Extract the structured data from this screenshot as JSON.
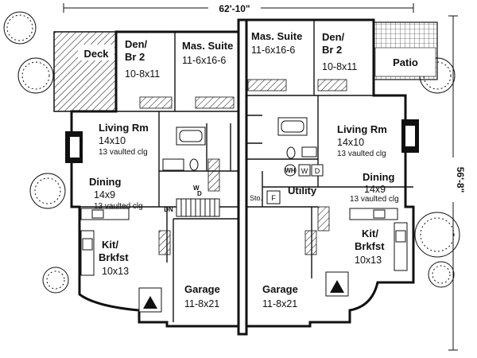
{
  "dimensions": {
    "width": "62'-10\"",
    "depth": "56'-8\""
  },
  "unit_left": {
    "deck": "Deck",
    "den": {
      "name": "Den/",
      "name2": "Br 2",
      "size": "10-8x11"
    },
    "master": {
      "name": "Mas. Suite",
      "size": "11-6x16-6"
    },
    "living": {
      "name": "Living Rm",
      "size": "14x10",
      "note": "13 vaulted clg"
    },
    "dining": {
      "name": "Dining",
      "size": "14x9",
      "note": "13 vaulted clg"
    },
    "kitchen": {
      "name": "Kit/",
      "name2": "Brkfst",
      "size": "10x13"
    },
    "garage": {
      "name": "Garage",
      "size": "11-8x21"
    },
    "stair": "DN",
    "washer": "W",
    "dryer": "D"
  },
  "unit_right": {
    "patio": "Patio",
    "den": {
      "name": "Den/",
      "name2": "Br 2",
      "size": "10-8x11"
    },
    "master": {
      "name": "Mas. Suite",
      "size": "11-6x16-6"
    },
    "living": {
      "name": "Living Rm",
      "size": "14x10",
      "note": "13 vaulted clg"
    },
    "dining": {
      "name": "Dining",
      "size": "14x9",
      "note": "13 vaulted clg"
    },
    "kitchen": {
      "name": "Kit/",
      "name2": "Brkfst",
      "size": "10x13"
    },
    "garage": {
      "name": "Garage",
      "size": "11-8x21"
    },
    "utility": "Utility",
    "storage": "Sto.",
    "furnace": "F",
    "water_heater": "WH",
    "washer": "W",
    "dryer": "D"
  }
}
